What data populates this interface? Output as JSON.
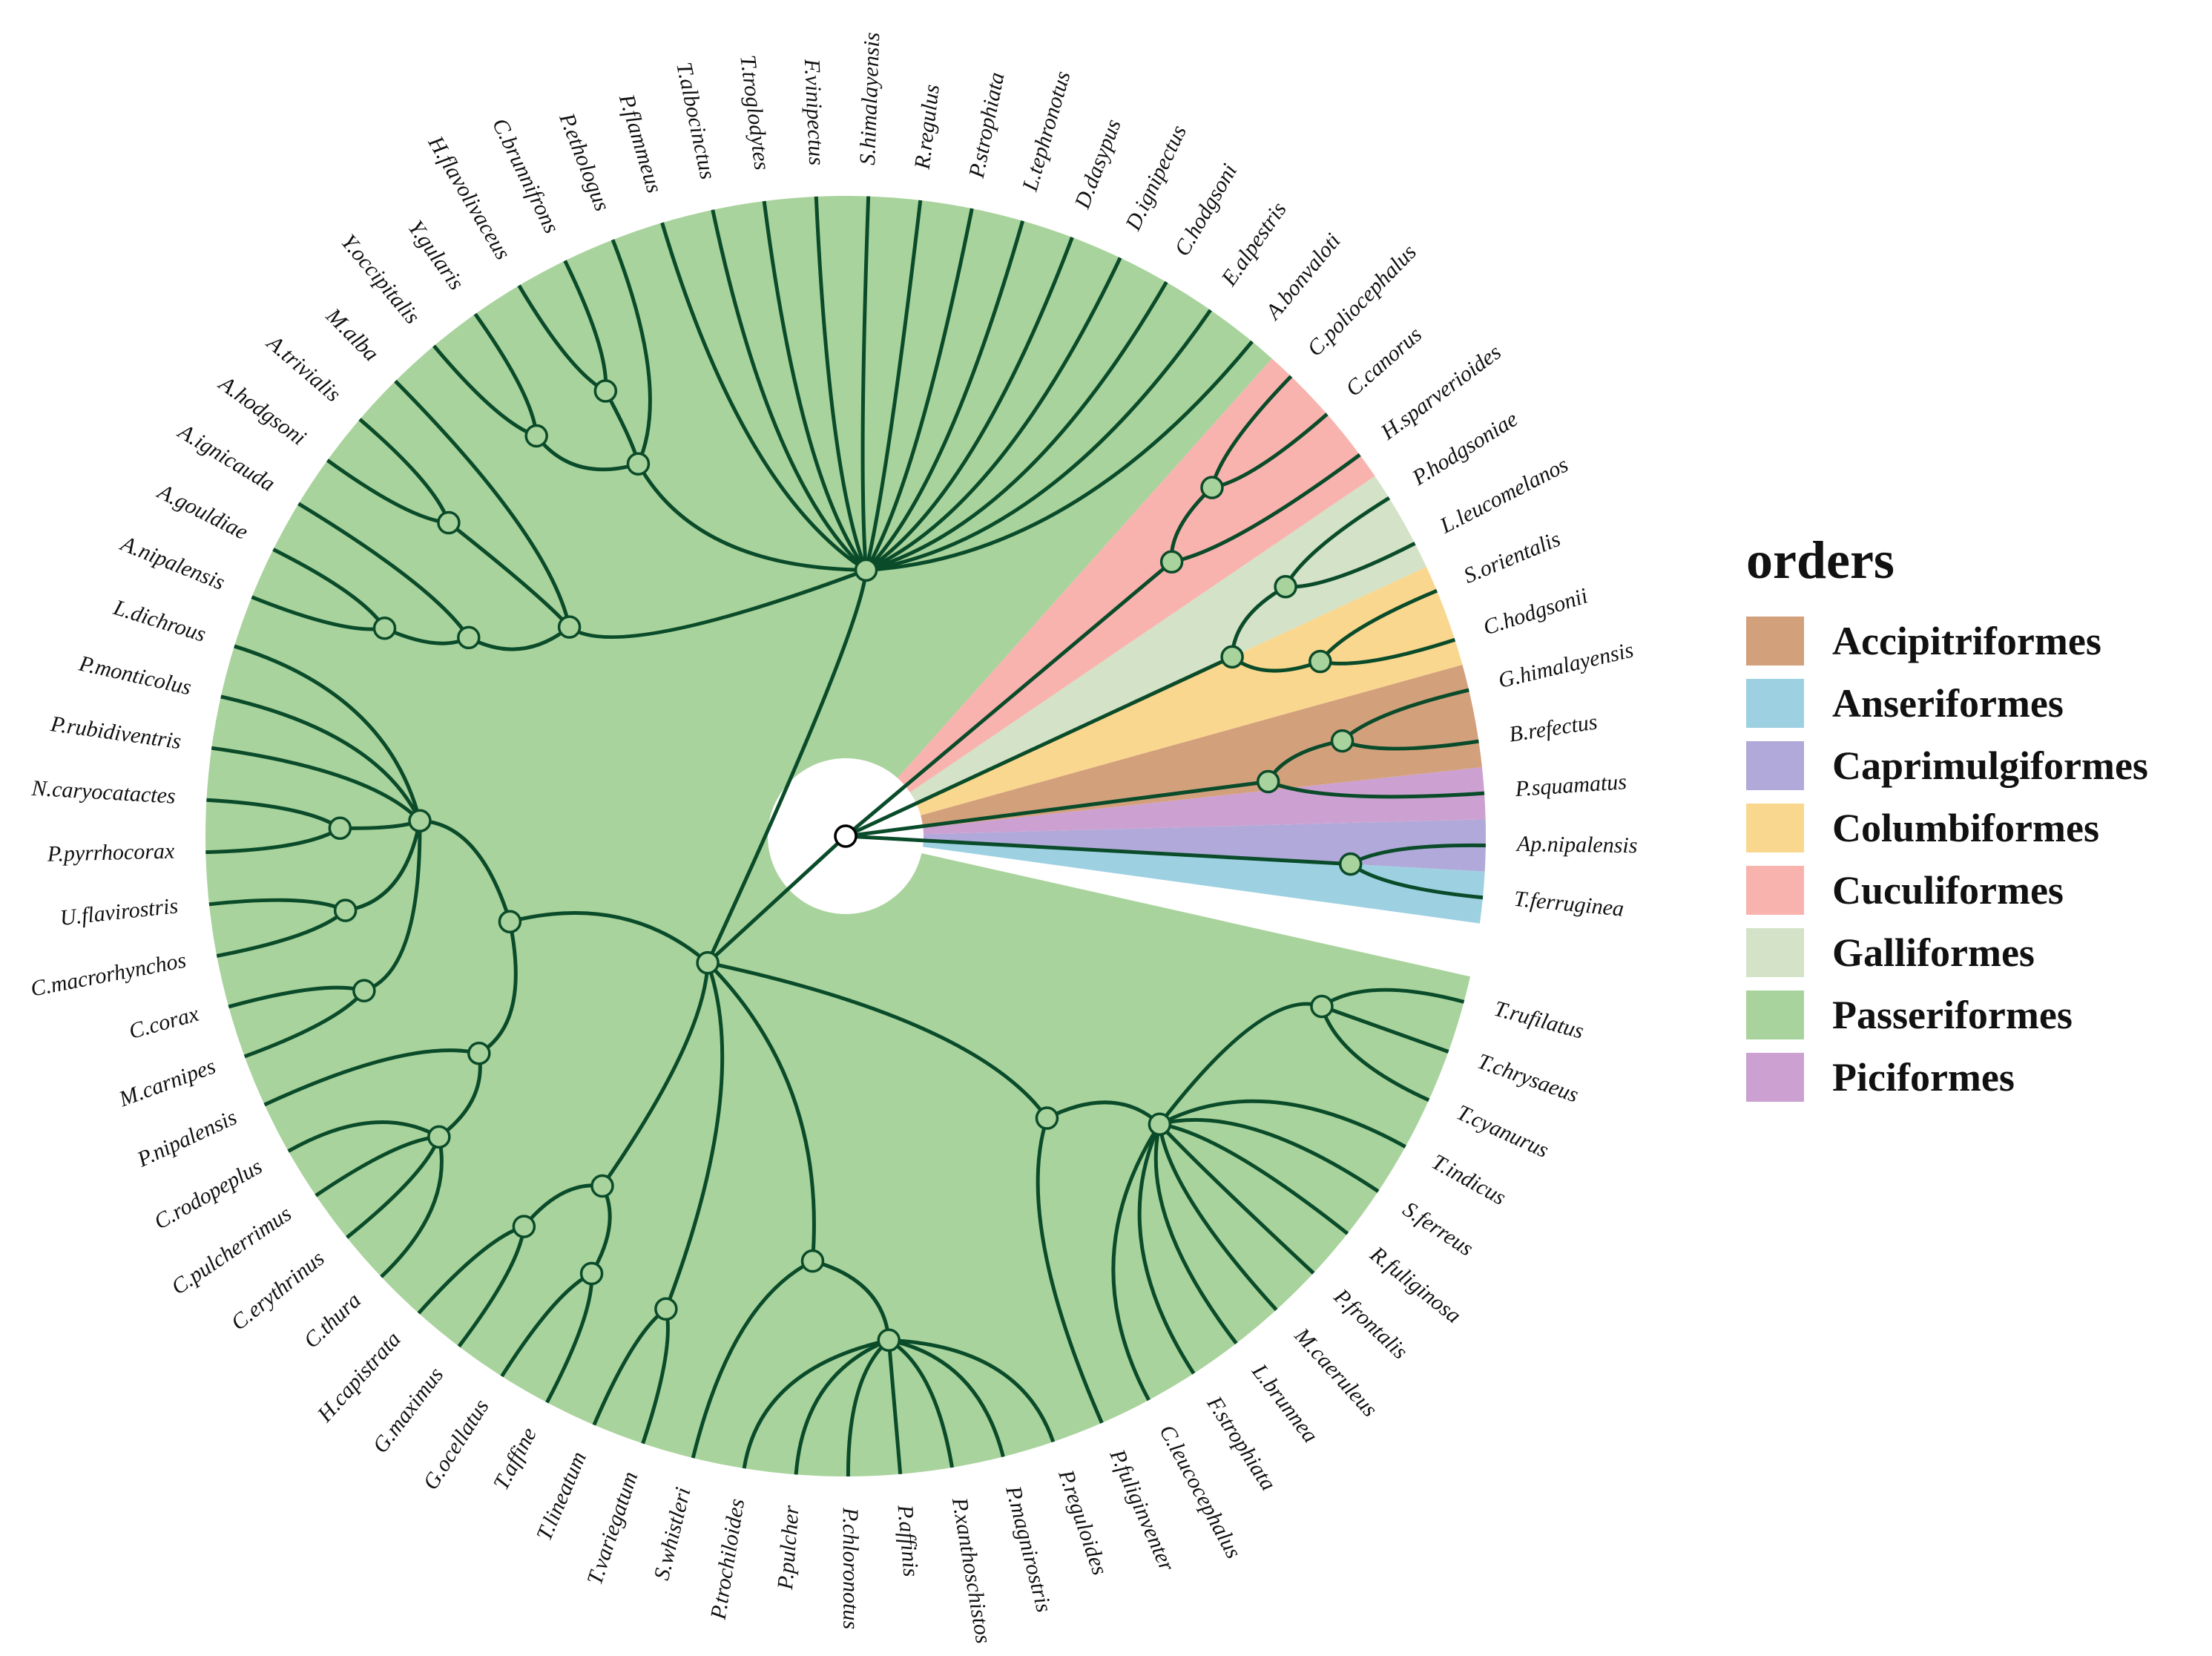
{
  "legend": {
    "title": "orders",
    "items": [
      {
        "label": "Accipitriformes",
        "color": "#D3A07C"
      },
      {
        "label": "Anseriformes",
        "color": "#9DD1E2"
      },
      {
        "label": "Caprimulgiformes",
        "color": "#B1A9D9"
      },
      {
        "label": "Columbiformes",
        "color": "#FAD78F"
      },
      {
        "label": "Cuculiformes",
        "color": "#F9B3AE"
      },
      {
        "label": "Galliformes",
        "color": "#D4E2C7"
      },
      {
        "label": "Passeriformes",
        "color": "#A9D39C"
      },
      {
        "label": "Piciformes",
        "color": "#CCA1D1"
      }
    ]
  },
  "tree": {
    "tips": [
      {
        "name": "T.ferruginea",
        "order": "Anseriformes"
      },
      {
        "name": "Ap.nipalensis",
        "order": "Caprimulgiformes"
      },
      {
        "name": "P.squamatus",
        "order": "Piciformes"
      },
      {
        "name": "B.refectus",
        "order": "Accipitriformes"
      },
      {
        "name": "G.himalayensis",
        "order": "Accipitriformes"
      },
      {
        "name": "C.hodgsonii",
        "order": "Columbiformes"
      },
      {
        "name": "S.orientalis",
        "order": "Columbiformes"
      },
      {
        "name": "L.leucomelanos",
        "order": "Galliformes"
      },
      {
        "name": "P.hodgsoniae",
        "order": "Galliformes"
      },
      {
        "name": "H.sparverioides",
        "order": "Cuculiformes"
      },
      {
        "name": "C.canorus",
        "order": "Cuculiformes"
      },
      {
        "name": "C.poliocephalus",
        "order": "Cuculiformes"
      },
      {
        "name": "A.bonvaloti",
        "order": "Passeriformes"
      },
      {
        "name": "E.alpestris",
        "order": "Passeriformes"
      },
      {
        "name": "C.hodgsoni",
        "order": "Passeriformes"
      },
      {
        "name": "D.ignipectus",
        "order": "Passeriformes"
      },
      {
        "name": "D.dasypus",
        "order": "Passeriformes"
      },
      {
        "name": "L.tephronotus",
        "order": "Passeriformes"
      },
      {
        "name": "P.strophiata",
        "order": "Passeriformes"
      },
      {
        "name": "R.regulus",
        "order": "Passeriformes"
      },
      {
        "name": "S.himalayensis",
        "order": "Passeriformes"
      },
      {
        "name": "F.vinipectus",
        "order": "Passeriformes"
      },
      {
        "name": "T.troglodytes",
        "order": "Passeriformes"
      },
      {
        "name": "T.albocinctus",
        "order": "Passeriformes"
      },
      {
        "name": "P.flammeus",
        "order": "Passeriformes"
      },
      {
        "name": "P.ethologus",
        "order": "Passeriformes"
      },
      {
        "name": "C.brunnifrons",
        "order": "Passeriformes"
      },
      {
        "name": "H.flavolivaceus",
        "order": "Passeriformes"
      },
      {
        "name": "Y.gularis",
        "order": "Passeriformes"
      },
      {
        "name": "Y.occipitalis",
        "order": "Passeriformes"
      },
      {
        "name": "M.alba",
        "order": "Passeriformes"
      },
      {
        "name": "A.trivialis",
        "order": "Passeriformes"
      },
      {
        "name": "A.hodgsoni",
        "order": "Passeriformes"
      },
      {
        "name": "A.ignicauda",
        "order": "Passeriformes"
      },
      {
        "name": "A.gouldiae",
        "order": "Passeriformes"
      },
      {
        "name": "A.nipalensis",
        "order": "Passeriformes"
      },
      {
        "name": "L.dichrous",
        "order": "Passeriformes"
      },
      {
        "name": "P.monticolus",
        "order": "Passeriformes"
      },
      {
        "name": "P.rubidiventris",
        "order": "Passeriformes"
      },
      {
        "name": "N.caryocatactes",
        "order": "Passeriformes"
      },
      {
        "name": "P.pyrrhocorax",
        "order": "Passeriformes"
      },
      {
        "name": "U.flavirostris",
        "order": "Passeriformes"
      },
      {
        "name": "C.macrorhynchos",
        "order": "Passeriformes"
      },
      {
        "name": "C.corax",
        "order": "Passeriformes"
      },
      {
        "name": "M.carnipes",
        "order": "Passeriformes"
      },
      {
        "name": "P.nipalensis",
        "order": "Passeriformes"
      },
      {
        "name": "C.rodopeplus",
        "order": "Passeriformes"
      },
      {
        "name": "C.pulcherrimus",
        "order": "Passeriformes"
      },
      {
        "name": "C.erythrinus",
        "order": "Passeriformes"
      },
      {
        "name": "C.thura",
        "order": "Passeriformes"
      },
      {
        "name": "H.capistrata",
        "order": "Passeriformes"
      },
      {
        "name": "G.maximus",
        "order": "Passeriformes"
      },
      {
        "name": "G.ocellatus",
        "order": "Passeriformes"
      },
      {
        "name": "T.affine",
        "order": "Passeriformes"
      },
      {
        "name": "T.lineatum",
        "order": "Passeriformes"
      },
      {
        "name": "T.variegatum",
        "order": "Passeriformes"
      },
      {
        "name": "S.whistleri",
        "order": "Passeriformes"
      },
      {
        "name": "P.trochiloides",
        "order": "Passeriformes"
      },
      {
        "name": "P.pulcher",
        "order": "Passeriformes"
      },
      {
        "name": "P.chloronotus",
        "order": "Passeriformes"
      },
      {
        "name": "P.affinis",
        "order": "Passeriformes"
      },
      {
        "name": "P.xanthoschistos",
        "order": "Passeriformes"
      },
      {
        "name": "P.magnirostris",
        "order": "Passeriformes"
      },
      {
        "name": "P.reguloides",
        "order": "Passeriformes"
      },
      {
        "name": "P.fuliginventer",
        "order": "Passeriformes"
      },
      {
        "name": "C.leucocephalus",
        "order": "Passeriformes"
      },
      {
        "name": "F.strophiata",
        "order": "Passeriformes"
      },
      {
        "name": "L.brunnea",
        "order": "Passeriformes"
      },
      {
        "name": "M.caeruleus",
        "order": "Passeriformes"
      },
      {
        "name": "P.frontalis",
        "order": "Passeriformes"
      },
      {
        "name": "R.fuliginosa",
        "order": "Passeriformes"
      },
      {
        "name": "S.ferreus",
        "order": "Passeriformes"
      },
      {
        "name": "T.indicus",
        "order": "Passeriformes"
      },
      {
        "name": "T.cyanurus",
        "order": "Passeriformes"
      },
      {
        "name": "T.chrysaeus",
        "order": "Passeriformes"
      },
      {
        "name": "T.rufilatus",
        "order": "Passeriformes"
      }
    ]
  },
  "style": {
    "branch_color": "#0A4B2A",
    "node_fill": "#A9D39C",
    "label_color": "#111111"
  }
}
